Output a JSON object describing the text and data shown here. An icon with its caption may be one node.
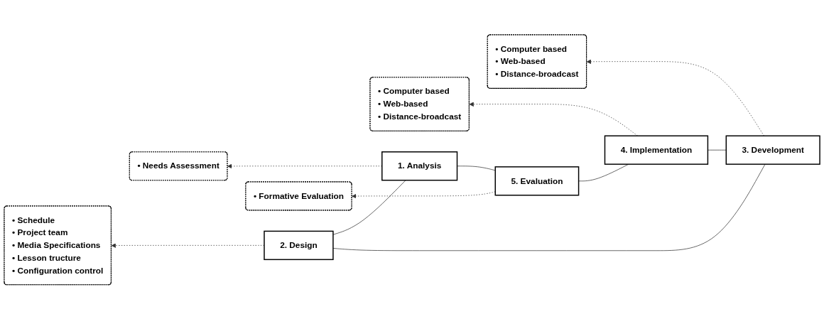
{
  "diagram": {
    "nodes": [
      {
        "text": [
          "• Formative Evaluation"
        ]
      },
      {
        "text": [
          "• Needs Assessment"
        ]
      },
      {
        "text": [
          "1. Analysis"
        ]
      },
      {
        "text": [
          "• Schedule",
          "• Project team",
          "• Media Specifications",
          "• Lesson tructure",
          "• Configuration control"
        ]
      },
      {
        "text": [
          "5. Evaluation"
        ]
      },
      {
        "text": [
          "2. Design"
        ]
      },
      {
        "text": [
          "• Computer based",
          "• Web-based",
          "• Distance-broadcast"
        ]
      },
      {
        "text": [
          "4. Implementation"
        ]
      },
      {
        "text": [
          "3. Development"
        ]
      },
      {
        "text": [
          "• Computer based",
          "• Web-based",
          "• Distance-broadcast"
        ]
      }
    ],
    "edges": [
      {
        "from": 2,
        "to": 5,
        "arrow": "none"
      },
      {
        "from": 5,
        "to": 8,
        "arrow": "none"
      },
      {
        "from": 8,
        "to": 7,
        "arrow": "none"
      },
      {
        "from": 7,
        "to": 4,
        "arrow": "none"
      },
      {
        "from": 4,
        "to": 2,
        "arrow": "none"
      },
      {
        "from": 2,
        "to": 1,
        "arrow": "to",
        "style": "dashed"
      },
      {
        "from": 5,
        "to": 3,
        "arrow": "to",
        "style": "dashed"
      },
      {
        "from": 8,
        "to": 9,
        "arrow": "to",
        "style": "dashed"
      },
      {
        "from": 7,
        "to": 6,
        "arrow": "to",
        "style": "dashed"
      },
      {
        "from": 4,
        "to": 0,
        "arrow": "to",
        "style": "dashed"
      }
    ]
  }
}
